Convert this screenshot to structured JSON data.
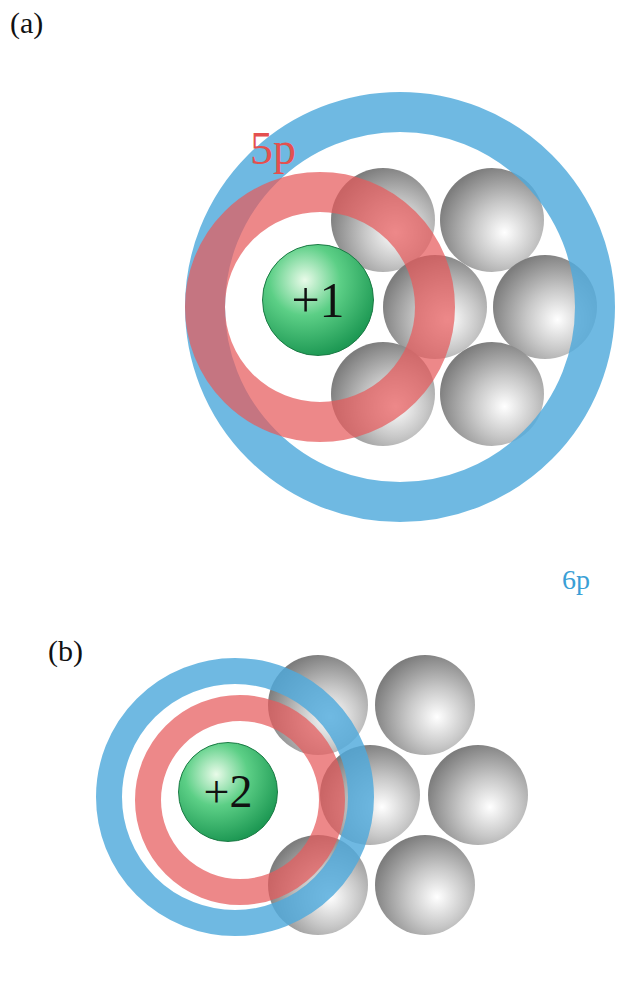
{
  "diagram": {
    "nodes": [
      {
        "text": [
          "+1"
        ]
      },
      {
        "text": [
          "+2"
        ]
      }
    ],
    "labels": [
      "(a)",
      "5p",
      "6p",
      "(b)"
    ]
  }
}
